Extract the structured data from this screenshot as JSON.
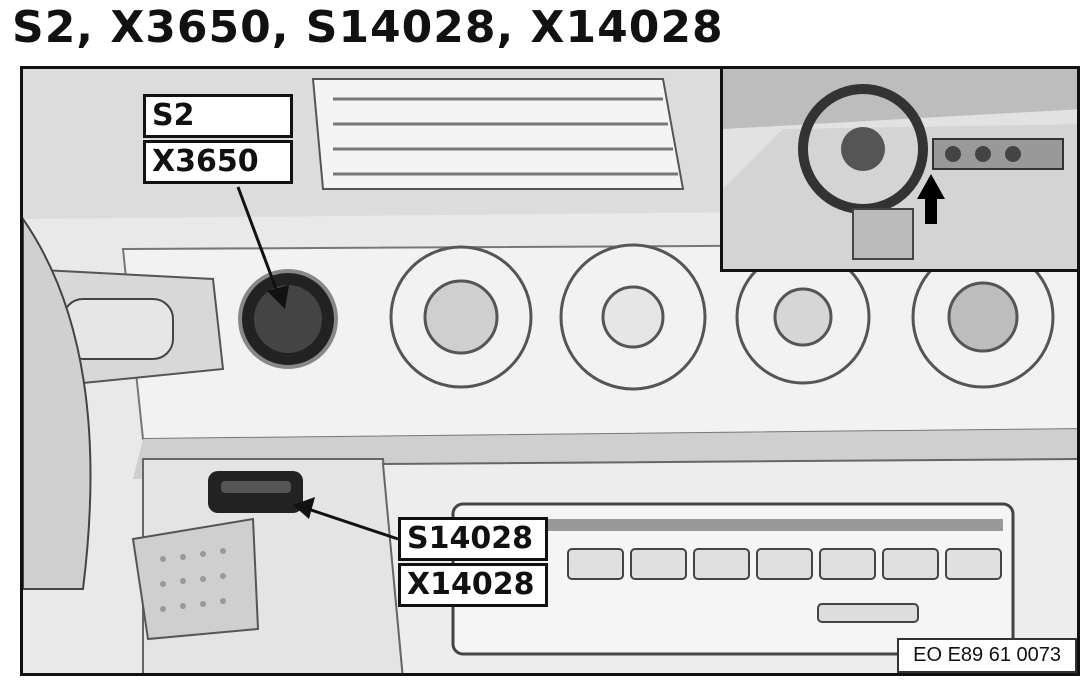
{
  "title": "S2, X3650, S14028, X14028",
  "labels": {
    "s2": "S2",
    "x3650": "X3650",
    "s14028": "S14028",
    "x14028": "X14028"
  },
  "figure_code": "EO E89 61 0073"
}
